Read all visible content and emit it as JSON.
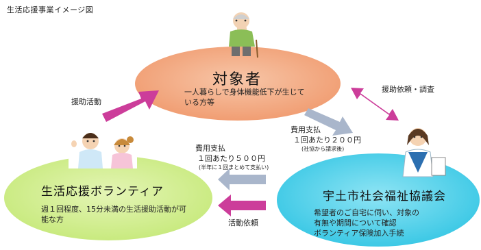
{
  "title": "生活応援事業イメージ図",
  "nodes": {
    "subject": {
      "name": "対象者",
      "description": "一人暮らしで身体機能低下が生じている方等"
    },
    "volunteer": {
      "name": "生活応援ボランティア",
      "description": "週１回程度、15分未満の生活援助活動が可能な方"
    },
    "council": {
      "name": "宇土市社会福祉協議会",
      "description_lines": [
        "希望者のご自宅に伺い、対象の",
        "有無や期間について確認",
        "ボランティア保険加入手続"
      ]
    }
  },
  "edges": {
    "support_activity": "援助活動",
    "request_survey": "援助依頼・調査",
    "fee_subject": {
      "label": "費用支払",
      "amount": "１回あたり２００円",
      "note": "(社協から請求後)"
    },
    "fee_volunteer": {
      "label": "費用支払",
      "amount": "１回あたり５００円",
      "note": "(半年に１回まとめて支払い)"
    },
    "activity_request": "活動依頼"
  },
  "colors": {
    "subject_fill": "#f4b18c",
    "volunteer_fill": "#d4ee8e",
    "council_fill": "#5ed4ec",
    "magenta_arrow": "#cc3d9a",
    "gray_arrow": "#a9b6cb"
  },
  "icons": [
    "elderly-person-icon",
    "volunteer-couple-icon",
    "staff-woman-icon"
  ]
}
